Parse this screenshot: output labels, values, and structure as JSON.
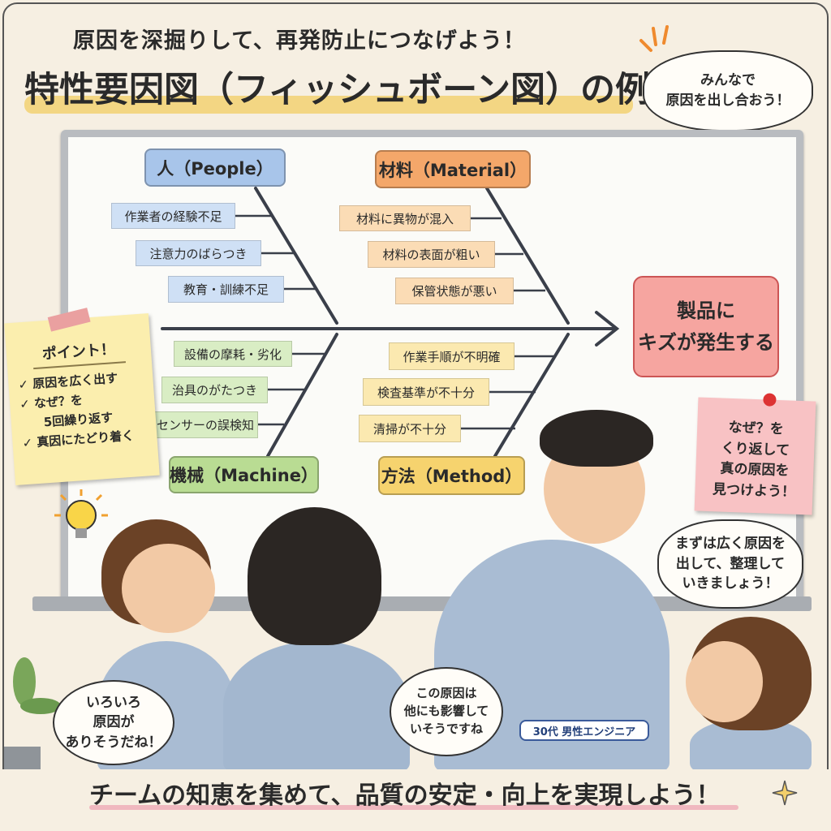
{
  "header": {
    "subtitle": "原因を深掘りして、再発防止につなげよう！",
    "title": "特性要因図（フィッシュボーン図）の例",
    "cloud": [
      "みんなで",
      "原因を出し合おう！"
    ]
  },
  "diagram": {
    "effect": [
      "製品に",
      "キズが発生する"
    ],
    "categories": [
      {
        "label": "人（People）",
        "items": [
          "作業者の経験不足",
          "注意力のばらつき",
          "教育・訓練不足"
        ]
      },
      {
        "label": "材料（Material）",
        "items": [
          "材料に異物が混入",
          "材料の表面が粗い",
          "保管状態が悪い"
        ]
      },
      {
        "label": "機械（Machine）",
        "items": [
          "設備の摩耗・劣化",
          "治具のがたつき",
          "センサーの誤検知"
        ]
      },
      {
        "label": "方法（Method）",
        "items": [
          "作業手順が不明確",
          "検査基準が不十分",
          "清掃が不十分"
        ]
      }
    ]
  },
  "point_note": {
    "title": "ポイント！",
    "items": [
      "✓ 原因を広く出す",
      "✓ なぜ？を",
      "5回繰り返す",
      "✓ 真因にたどり着く"
    ]
  },
  "pink_note": [
    "なぜ？を",
    "くり返して",
    "真の原因を",
    "見つけよう！"
  ],
  "speech": {
    "engineer": [
      "まずは広く原因を",
      "出して、整理して",
      "いきましょう！"
    ],
    "woman": [
      "いろいろ",
      "原因が",
      "ありそうだね！"
    ],
    "man": [
      "この原因は",
      "他にも影響して",
      "いそうですね"
    ]
  },
  "engineer_label": "30代 男性エンジニア",
  "banner": "チームの知恵を集めて、品質の安定・向上を実現しよう！",
  "colors": {
    "people": "#a8c5ea",
    "material": "#f4a76a",
    "machine": "#b9dc93",
    "method": "#f6d36e",
    "effect": "#f6a5a0"
  }
}
